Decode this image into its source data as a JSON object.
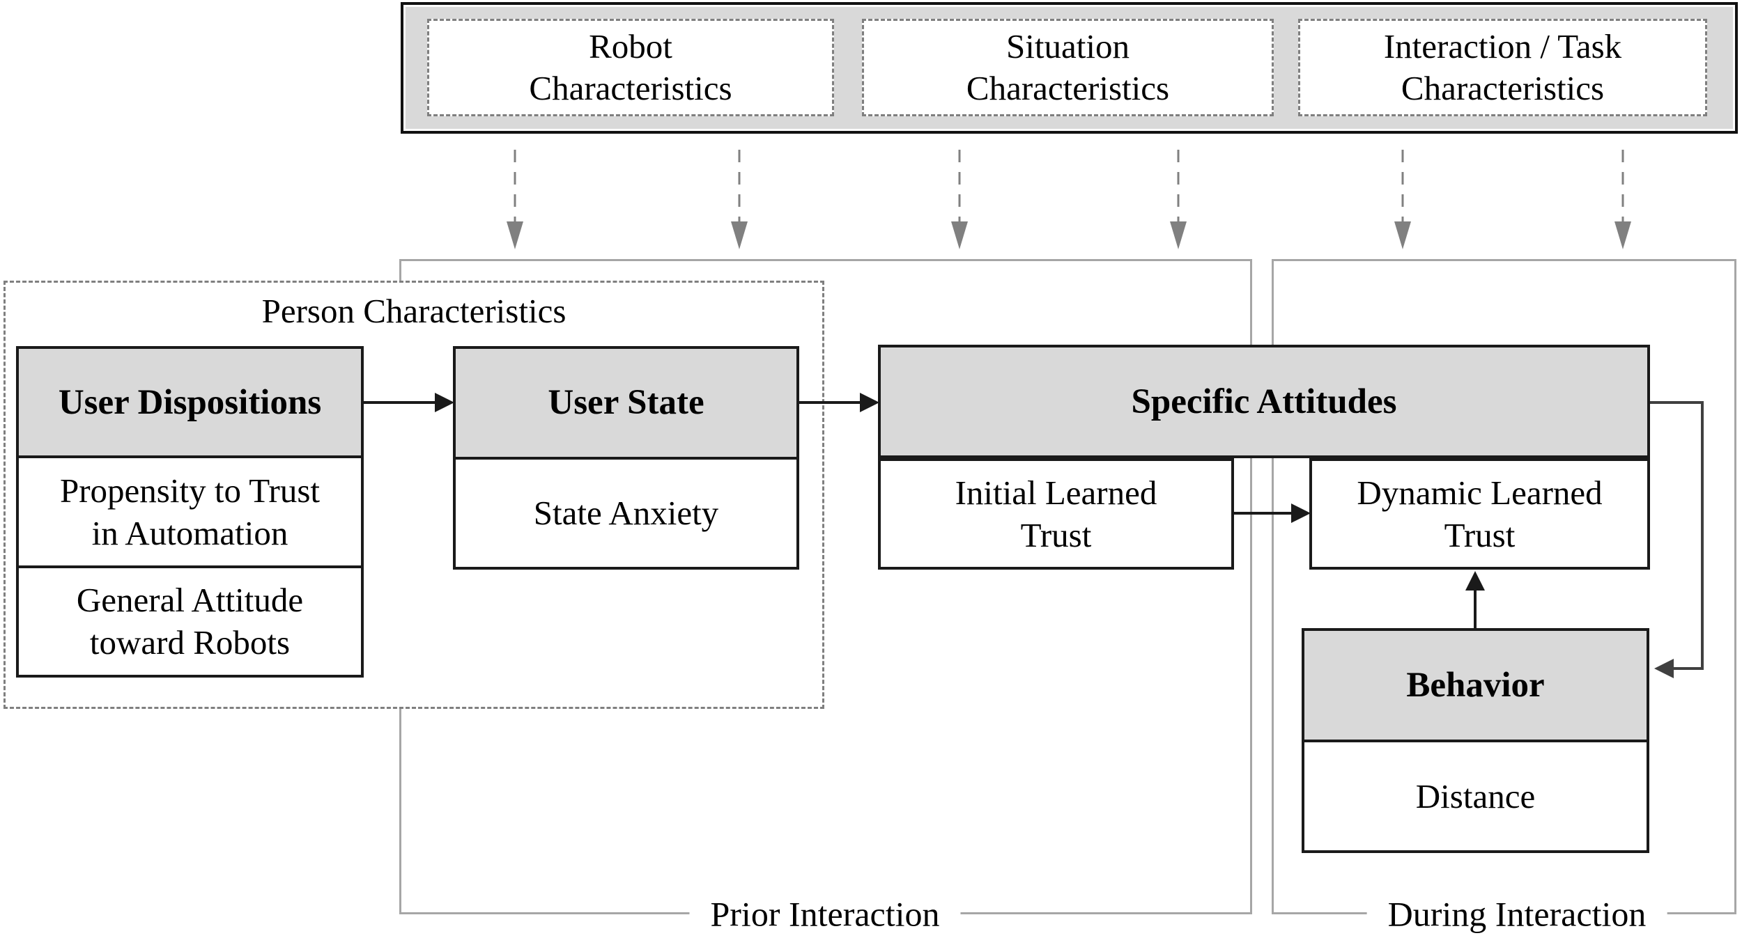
{
  "top_factors": {
    "items": [
      {
        "label": "Robot\nCharacteristics"
      },
      {
        "label": "Situation\nCharacteristics"
      },
      {
        "label": "Interaction / Task\nCharacteristics"
      }
    ]
  },
  "person_characteristics": {
    "label": "Person Characteristics",
    "user_dispositions": {
      "title": "User Dispositions",
      "rows": [
        "Propensity to Trust\nin Automation",
        "General Attitude\ntoward Robots"
      ]
    },
    "user_state": {
      "title": "User State",
      "rows": [
        "State Anxiety"
      ]
    }
  },
  "specific_attitudes": {
    "title": "Specific Attitudes",
    "children": [
      "Initial Learned\nTrust",
      "Dynamic Learned\nTrust"
    ]
  },
  "behavior": {
    "title": "Behavior",
    "rows": [
      "Distance"
    ]
  },
  "phases": {
    "prior_label": "Prior Interaction",
    "during_label": "During Interaction"
  },
  "colors": {
    "header_fill": "#d9d9d9",
    "top_bar_fill": "#d9d9d9",
    "container_border": "#a6a6a6",
    "dashed_border": "#7f7f7f",
    "solid_border": "#1a1a1a",
    "arrow_black": "#1a1a1a",
    "arrow_gray": "#808080",
    "connector": "#404040"
  }
}
